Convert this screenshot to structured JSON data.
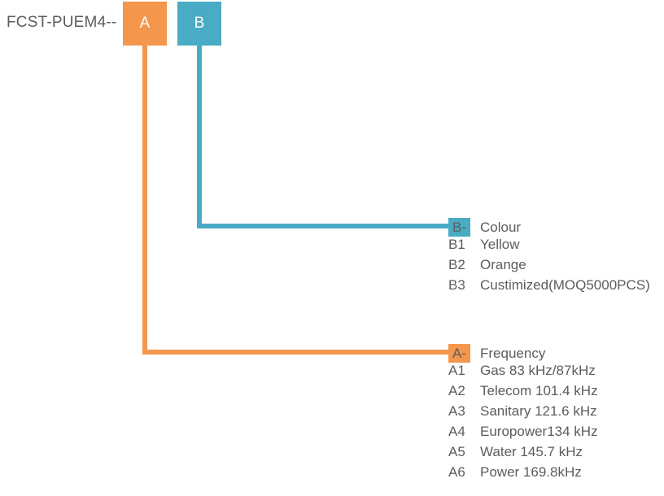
{
  "diagram": {
    "prefix_label": "FCST-PUEM4--",
    "colors": {
      "orange": "#f4964c",
      "blue": "#4aabc4",
      "text_gray": "#5c5c5c",
      "background": "#ffffff"
    },
    "codes": [
      {
        "id": "a",
        "label": "A",
        "color": "#f4964c"
      },
      {
        "id": "b",
        "label": "B",
        "color": "#4aabc4"
      }
    ],
    "groups": [
      {
        "id": "b",
        "badge": "B-",
        "title": "Colour",
        "color": "#4aabc4",
        "options": [
          {
            "code": "B1",
            "text": "Yellow"
          },
          {
            "code": "B2",
            "text": "Orange"
          },
          {
            "code": "B3",
            "text": "Custimized(MOQ5000PCS)"
          }
        ]
      },
      {
        "id": "a",
        "badge": "A-",
        "title": "Frequency",
        "color": "#f4964c",
        "options": [
          {
            "code": "A1",
            "text": "Gas 83 kHz/87kHz"
          },
          {
            "code": "A2",
            "text": "Telecom 101.4 kHz"
          },
          {
            "code": "A3",
            "text": "Sanitary 121.6 kHz"
          },
          {
            "code": "A4",
            "text": "Europower134 kHz"
          },
          {
            "code": "A5",
            "text": "Water 145.7 kHz"
          },
          {
            "code": "A6",
            "text": "Power 169.8kHz"
          }
        ]
      }
    ]
  }
}
